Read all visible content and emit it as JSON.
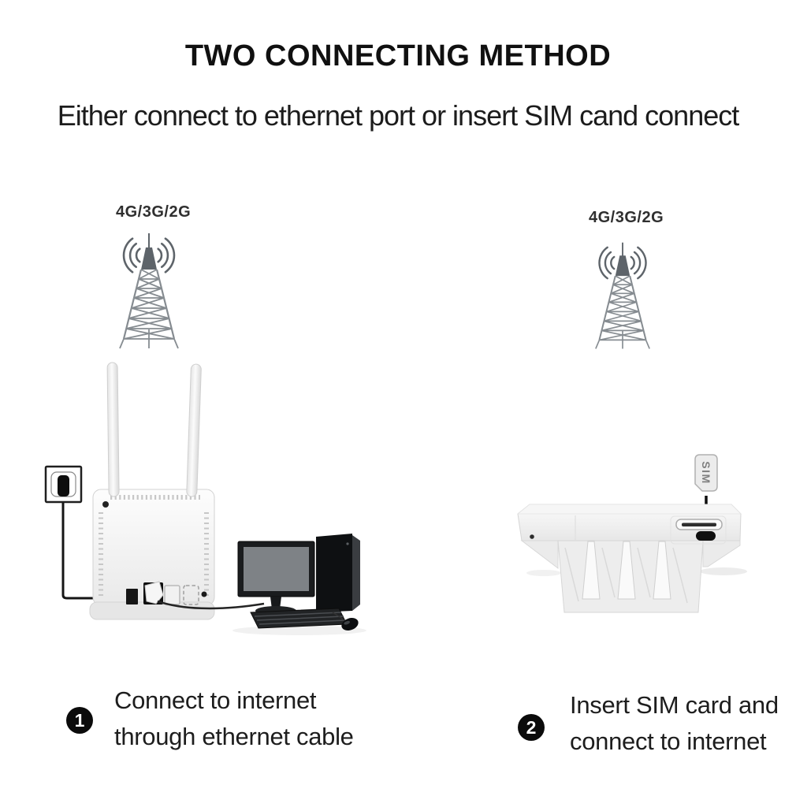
{
  "header": {
    "title": "TWO CONNECTING METHOD",
    "subtitle": "Either connect to ethernet port or insert SIM cand connect"
  },
  "method1": {
    "tower_label": "4G/3G/2G",
    "step_number": "1",
    "caption_line1": "Connect to internet",
    "caption_line2": "through ethernet cable"
  },
  "method2": {
    "tower_label": "4G/3G/2G",
    "sim_label": "SIM",
    "step_number": "2",
    "caption_line1": "Insert SIM card and",
    "caption_line2": "connect to internet"
  },
  "colors": {
    "text": "#1b1b1b",
    "tower": "#868c91",
    "tower-cone": "#5e646a",
    "device-edge": "#d5d5d5",
    "dark": "#101214"
  }
}
